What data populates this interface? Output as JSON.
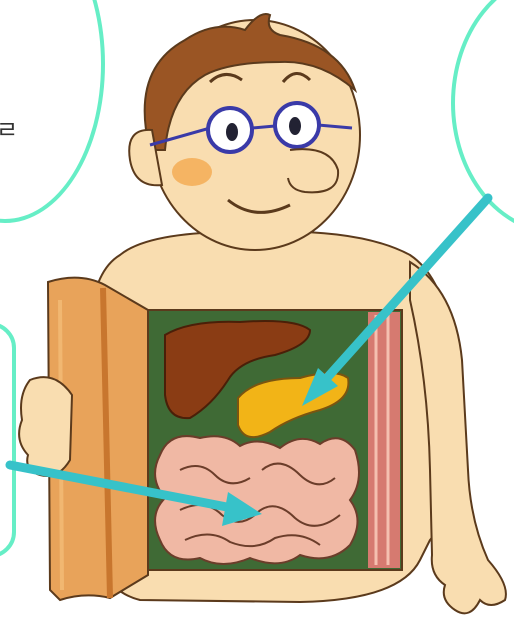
{
  "callouts": {
    "top_left": {
      "glyph": "ㄹ"
    },
    "top_right": {},
    "bottom_left": {}
  },
  "colors": {
    "callout_border": "#66eec6",
    "arrow": "#37c2c9",
    "skin": "#f9ddb0",
    "skin_outline": "#5b3a1c",
    "hair": "#9a5524",
    "door": "#e8a35a",
    "door_shade": "#c8762e",
    "cavity": "#3f6a35",
    "liver": "#8a3c14",
    "gallbladder": "#f2b417",
    "intestine": "#f0b8a4",
    "spine_stripe": "#d67a70",
    "cheek": "#f3a64a",
    "glasses": "#3a3aa8"
  },
  "icons": [
    "character-illustration",
    "arrow-to-stomach",
    "arrow-to-intestine"
  ]
}
